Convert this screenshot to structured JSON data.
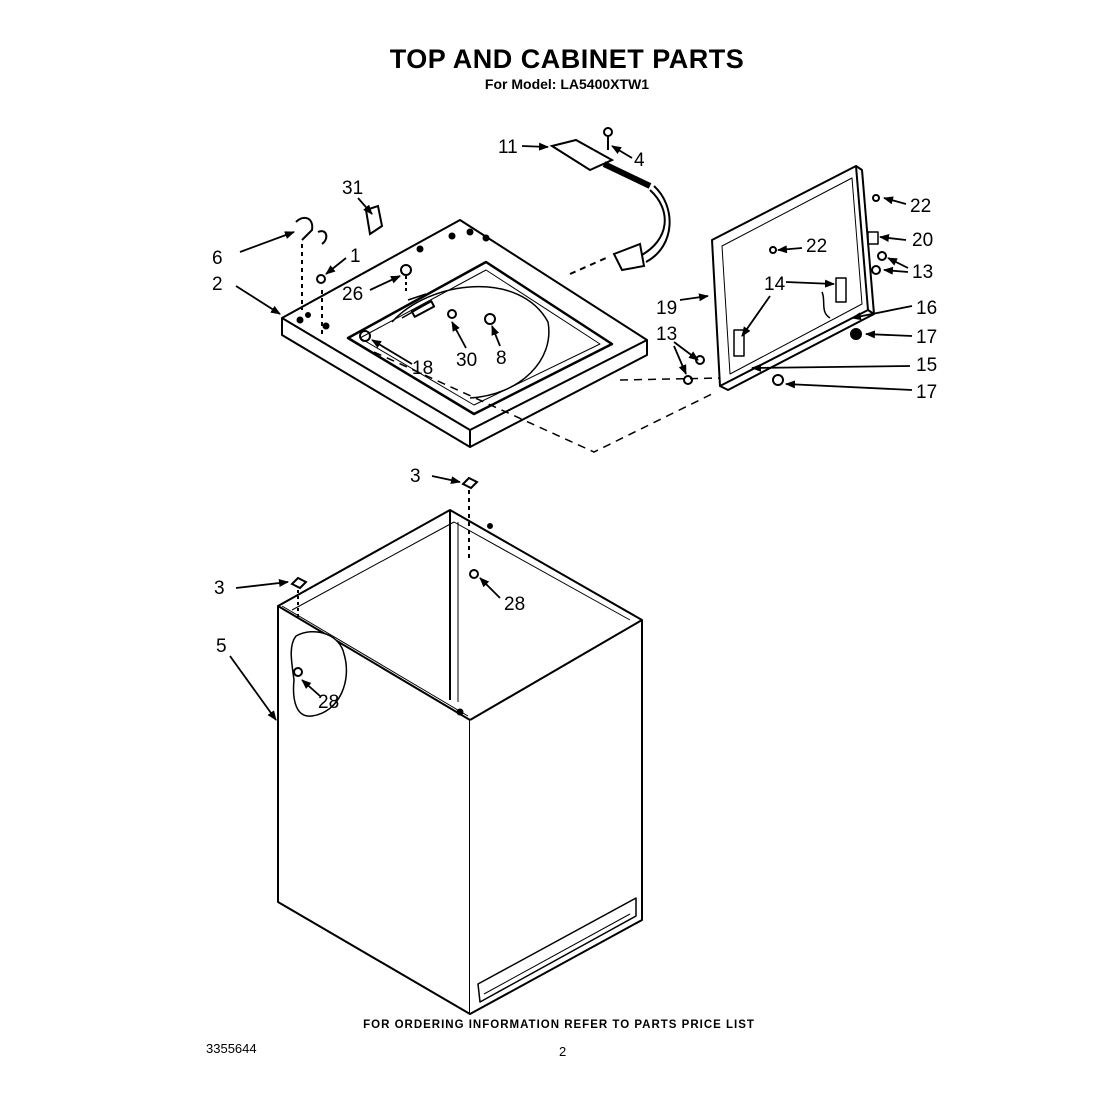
{
  "header": {
    "title": "TOP AND CABINET PARTS",
    "subtitle": "For Model: LA5400XTW1"
  },
  "footer": {
    "note": "FOR ORDERING INFORMATION REFER TO PARTS PRICE LIST",
    "doc_number": "3355644",
    "page_number": "2"
  },
  "callouts": [
    {
      "id": "c11",
      "label": "11"
    },
    {
      "id": "c4",
      "label": "4"
    },
    {
      "id": "c31",
      "label": "31"
    },
    {
      "id": "c22a",
      "label": "22"
    },
    {
      "id": "c22b",
      "label": "22"
    },
    {
      "id": "c20",
      "label": "20"
    },
    {
      "id": "c13a",
      "label": "13"
    },
    {
      "id": "c6",
      "label": "6"
    },
    {
      "id": "c1",
      "label": "1"
    },
    {
      "id": "c2",
      "label": "2"
    },
    {
      "id": "c26",
      "label": "26"
    },
    {
      "id": "c14",
      "label": "14"
    },
    {
      "id": "c16",
      "label": "16"
    },
    {
      "id": "c19",
      "label": "19"
    },
    {
      "id": "c17a",
      "label": "17"
    },
    {
      "id": "c13b",
      "label": "13"
    },
    {
      "id": "c15",
      "label": "15"
    },
    {
      "id": "c18",
      "label": "18"
    },
    {
      "id": "c30",
      "label": "30"
    },
    {
      "id": "c8",
      "label": "8"
    },
    {
      "id": "c17b",
      "label": "17"
    },
    {
      "id": "c3a",
      "label": "3"
    },
    {
      "id": "c28a",
      "label": "28"
    },
    {
      "id": "c3b",
      "label": "3"
    },
    {
      "id": "c5",
      "label": "5"
    },
    {
      "id": "c28b",
      "label": "28"
    }
  ]
}
